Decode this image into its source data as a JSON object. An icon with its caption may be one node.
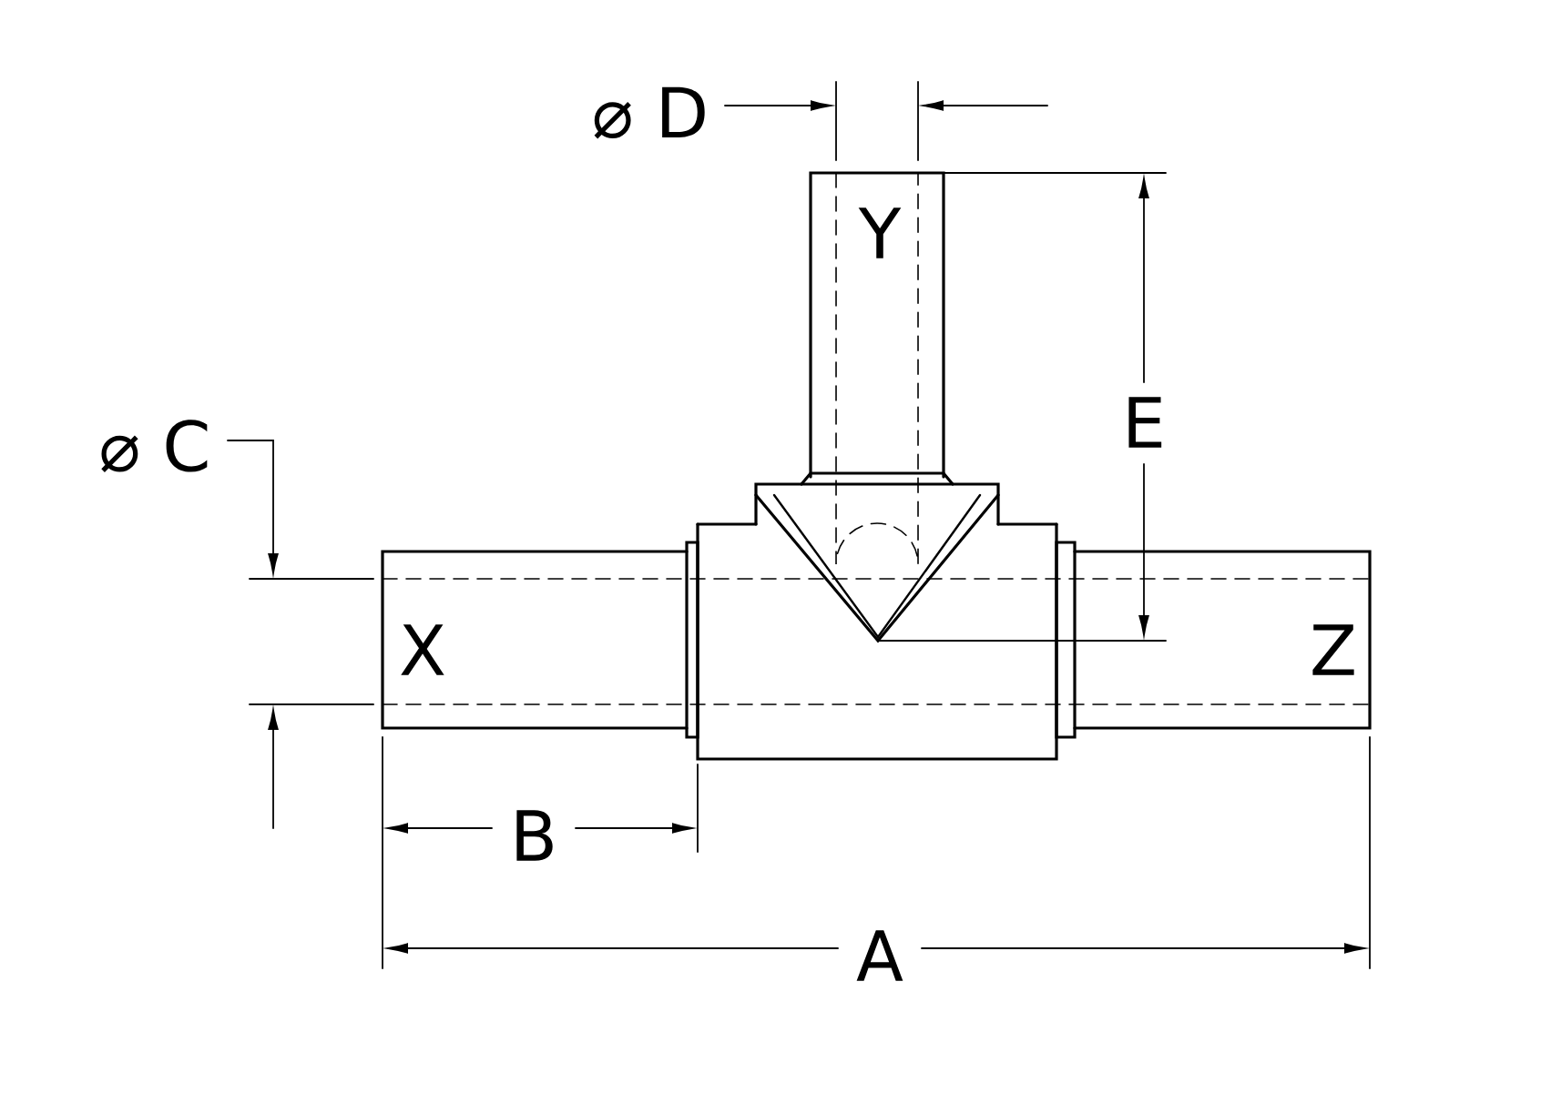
{
  "diagram": {
    "labels": [
      "⌀ D",
      "Y",
      "E",
      "⌀ C",
      "X",
      "Z",
      "B",
      "A"
    ]
  }
}
